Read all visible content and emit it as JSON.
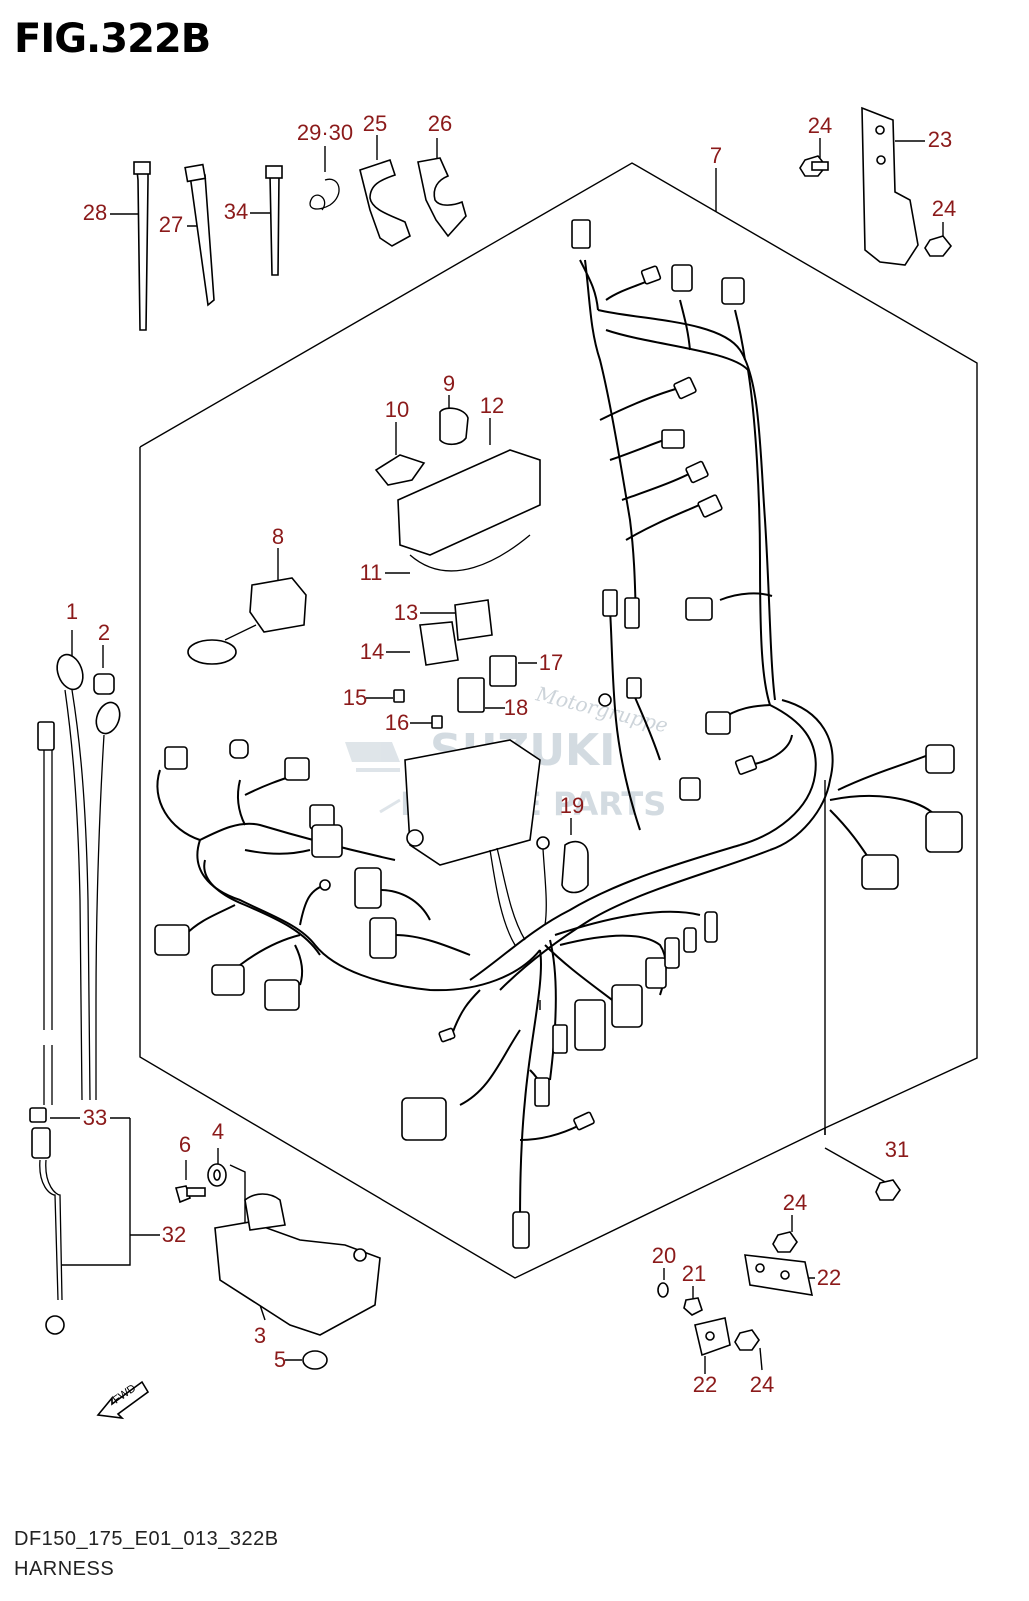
{
  "figure": {
    "title": "FIG.322B",
    "code": "DF150_175_E01_013_322B",
    "name": "HARNESS"
  },
  "watermark": {
    "brand": "SUZUKI",
    "sub": "MARINE PARTS",
    "script": "Motorgruppe"
  },
  "direction_label": "FWD",
  "callouts": [
    {
      "id": "c1",
      "label": "1"
    },
    {
      "id": "c2",
      "label": "2"
    },
    {
      "id": "c3",
      "label": "3"
    },
    {
      "id": "c4",
      "label": "4"
    },
    {
      "id": "c5",
      "label": "5"
    },
    {
      "id": "c6",
      "label": "6"
    },
    {
      "id": "c7",
      "label": "7"
    },
    {
      "id": "c8",
      "label": "8"
    },
    {
      "id": "c9",
      "label": "9"
    },
    {
      "id": "c10",
      "label": "10"
    },
    {
      "id": "c11",
      "label": "11"
    },
    {
      "id": "c12",
      "label": "12"
    },
    {
      "id": "c13",
      "label": "13"
    },
    {
      "id": "c14",
      "label": "14"
    },
    {
      "id": "c15",
      "label": "15"
    },
    {
      "id": "c16",
      "label": "16"
    },
    {
      "id": "c17",
      "label": "17"
    },
    {
      "id": "c18",
      "label": "18"
    },
    {
      "id": "c19",
      "label": "19"
    },
    {
      "id": "c20",
      "label": "20"
    },
    {
      "id": "c21",
      "label": "21"
    },
    {
      "id": "c22a",
      "label": "22"
    },
    {
      "id": "c22b",
      "label": "22"
    },
    {
      "id": "c23",
      "label": "23"
    },
    {
      "id": "c24a",
      "label": "24"
    },
    {
      "id": "c24b",
      "label": "24"
    },
    {
      "id": "c24c",
      "label": "24"
    },
    {
      "id": "c24d",
      "label": "24"
    },
    {
      "id": "c25",
      "label": "25"
    },
    {
      "id": "c26",
      "label": "26"
    },
    {
      "id": "c27",
      "label": "27"
    },
    {
      "id": "c28",
      "label": "28"
    },
    {
      "id": "c2930",
      "label": "29·30"
    },
    {
      "id": "c31",
      "label": "31"
    },
    {
      "id": "c32",
      "label": "32"
    },
    {
      "id": "c33",
      "label": "33"
    },
    {
      "id": "c34",
      "label": "34"
    }
  ]
}
